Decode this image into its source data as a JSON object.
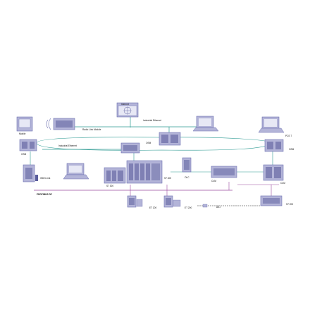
{
  "colors": {
    "device_fill": "#b3b4d8",
    "device_dark": "#5b5e9c",
    "device_edge": "#6c6fb0",
    "screen": "#e7e8f5",
    "ethernet_line": "#2c9a92",
    "profibus_line": "#9a4a9f",
    "asi_line": "#222222"
  },
  "labels": {
    "internet": "Internet",
    "industrial_ethernet_top": "Industrial Ethernet",
    "industrial_ethernet_left": "Industrial Ethernet",
    "radio_link_module": "Radio Link Module",
    "mobile": "Mobile",
    "osm_left": "OSM",
    "osm_center": "OSM",
    "osm_right": "OSM",
    "pcs7": "PCS 7",
    "isdn_link": "ISDN Link",
    "s7_300": "S7 300",
    "s7_400": "S7 400",
    "olc": "OLC",
    "olm_left": "OLM",
    "olm_right": "OLM",
    "profibus_dp": "PROFIBUS DP",
    "et200_left": "ET 200",
    "et200_right": "ET 200",
    "asi": "AS-I",
    "s7_200": "S7 200"
  }
}
